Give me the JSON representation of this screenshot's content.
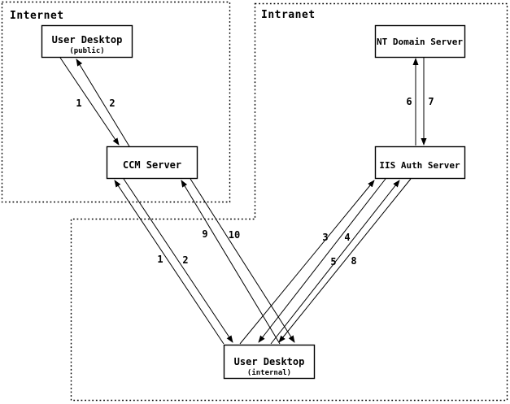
{
  "diagram": {
    "zones": {
      "internet": {
        "label": "Internet"
      },
      "intranet": {
        "label": "Intranet"
      }
    },
    "nodes": {
      "user_desktop_public": {
        "title": "User Desktop",
        "subtitle": "(public)"
      },
      "ccm_server": {
        "title": "CCM Server"
      },
      "nt_domain_server": {
        "title": "NT Domain Server"
      },
      "iis_auth_server": {
        "title": "IIS Auth Server"
      },
      "user_desktop_internal": {
        "title": "User Desktop",
        "subtitle": "(internal)"
      }
    },
    "flow_labels": {
      "public_desktop_to_ccm": "1",
      "ccm_to_public_desktop": "2",
      "internal_desktop_to_ccm": "1",
      "ccm_to_internal_desktop": "2",
      "internal_desktop_to_iis_a": "3",
      "iis_to_internal_desktop_a": "4",
      "internal_desktop_to_iis_b": "5",
      "iis_to_internal_desktop_b": "8",
      "iis_to_nt_domain": "6",
      "nt_domain_to_iis": "7",
      "internal_desktop_to_ccm_b": "9",
      "ccm_to_internal_desktop_b": "10"
    },
    "colors": {
      "line": "#000000",
      "background": "#ffffff"
    }
  }
}
